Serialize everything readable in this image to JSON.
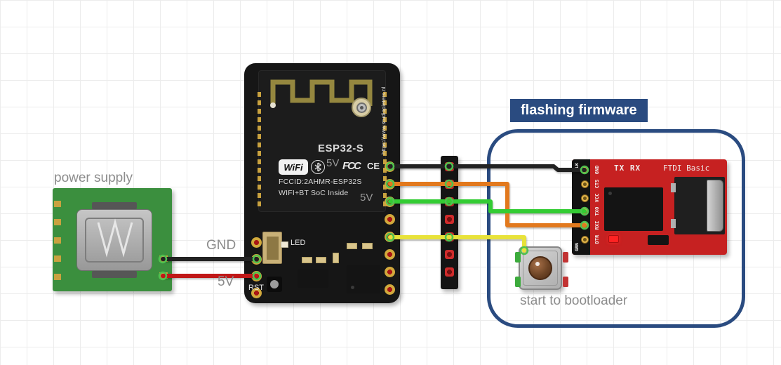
{
  "diagram": {
    "background": "#ffffff",
    "grid_color": "#ececec",
    "section_box_label": "flashing firmware",
    "section_box_color": "#2a4b80"
  },
  "labels": {
    "power_supply": "power supply",
    "gnd_wire": "GND",
    "v5_wire": "5V",
    "start_to_bootloader": "start to bootloader"
  },
  "esp32_board": {
    "module_name": "ESP32-S",
    "wifi_logo_text": "WiFi",
    "fcc_mark": "FCC",
    "ce_mark": "CE",
    "pin_label_5v_a": "5V",
    "pin_label_5v_b": "5V",
    "fccid_text": "FCCID:2AHMR-ESP32S",
    "soc_text": "WIFI+BT SoC Inside",
    "vertical_url": "https://www.studiopieters.nl",
    "led_label": "LED",
    "rst_label": "RST"
  },
  "ftdi_board": {
    "board_name": "FTDI Basic",
    "tx_rx_label": "TX RX",
    "pin_labels": [
      "GND",
      "CTS",
      "VCC",
      "TXO",
      "RXI",
      "DTR"
    ],
    "wire_color_label_top": "BLK",
    "wire_color_label_bottom": "GRN"
  },
  "icons": {
    "wifi-antenna-icon": "meander PCB antenna trace",
    "ufl-antenna-connector": "round coax antenna connector",
    "bluetooth-icon": "bluetooth rune in circle",
    "mini-usb-connector": "mini USB port (power supply)",
    "ftdi-usb-connector": "mini USB plug (FTDI)",
    "reset-button": "small round reset button",
    "push-button": "tactile push button"
  },
  "colors": {
    "pcb_green": "#3b8f3e",
    "pcb_red": "#c62121",
    "board_black": "#161616",
    "connection_ring": "#4fc24f"
  },
  "wires": [
    {
      "name": "power-gnd",
      "color": "#222222"
    },
    {
      "name": "power-5v",
      "color": "#c01717"
    },
    {
      "name": "esp32-to-ftdi-black",
      "color": "#222222"
    },
    {
      "name": "esp32-to-ftdi-orange",
      "color": "#e2791e"
    },
    {
      "name": "esp32-to-ftdi-green",
      "color": "#33cc33"
    },
    {
      "name": "esp32-to-button-yellow",
      "color": "#e8e23a"
    }
  ]
}
